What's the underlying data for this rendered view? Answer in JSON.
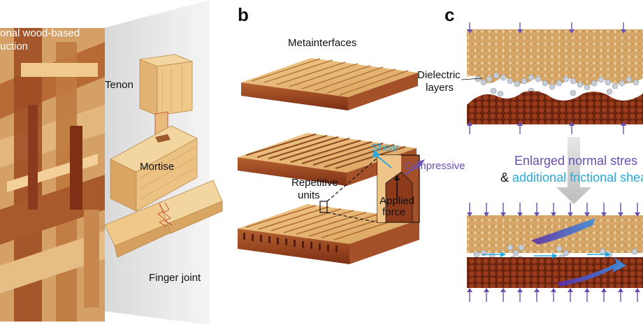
{
  "panel_a": {
    "title_line1": "onal wood-based",
    "title_line2": "uction",
    "tenon": "Tenon",
    "mortise": "Mortise",
    "finger_joint": "Finger joint"
  },
  "panel_b": {
    "letter": "b",
    "title": "Metainterfaces",
    "repetitive_units_line1": "Repetitive",
    "repetitive_units_line2": "units",
    "shear": "Shear",
    "compressive": "Compressive",
    "applied_force_line1": "Applied",
    "applied_force_line2": "force"
  },
  "panel_c": {
    "letter": "c",
    "dielectric_line1": "Dielectric",
    "dielectric_line2": "layers",
    "enlarged_normal_stress": "Enlarged normal stres",
    "ampersand": "& ",
    "additional_frictional_shear": "additional frictional shear"
  },
  "colors": {
    "wood_light": "#e0b26f",
    "wood_mid": "#c98a4b",
    "wood_dark": "#8b3a1e",
    "dielectric": "#c8ced6",
    "purple": "#6a4fb3",
    "cyan": "#2aa9dd"
  }
}
